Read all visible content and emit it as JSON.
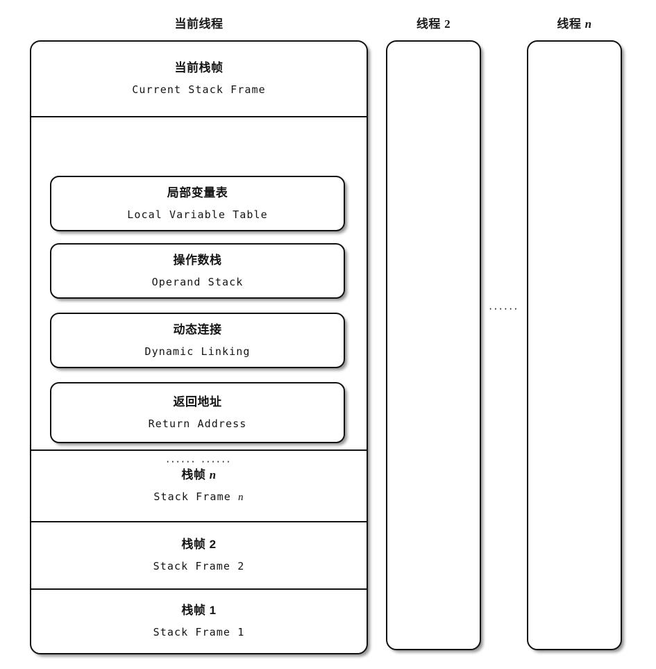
{
  "diagram": {
    "title": "JVM Stack / Thread Stack Frames",
    "columns": [
      {
        "id": "current-thread",
        "header_label": "当前线程",
        "header_suffix": ""
      },
      {
        "id": "thread-2",
        "header_label": "线程",
        "header_suffix": "2"
      },
      {
        "id": "thread-n",
        "header_label": "线程",
        "header_suffix": "n"
      }
    ],
    "threads_ellipsis": "······",
    "current_thread": {
      "current_frame": {
        "label_cn": "当前栈帧",
        "label_cn_suffix": "",
        "label_en": "Current Stack Frame",
        "label_en_suffix": ""
      },
      "components": [
        {
          "id": "local-variable-table",
          "label_cn": "局部变量表",
          "label_en": "Local Variable Table"
        },
        {
          "id": "operand-stack",
          "label_cn": "操作数栈",
          "label_en": "Operand Stack"
        },
        {
          "id": "dynamic-linking",
          "label_cn": "动态连接",
          "label_en": "Dynamic Linking"
        },
        {
          "id": "return-address",
          "label_cn": "返回地址",
          "label_en": "Return Address"
        }
      ],
      "frame_body_ellipsis": "······ ······",
      "frames": [
        {
          "id": "frame-n",
          "label_cn": "栈帧",
          "label_cn_suffix": "n",
          "label_en": "Stack Frame",
          "label_en_suffix": "n"
        },
        {
          "id": "frame-2",
          "label_cn": "栈帧",
          "label_cn_suffix": "2",
          "label_en": "Stack Frame",
          "label_en_suffix": "2"
        },
        {
          "id": "frame-1",
          "label_cn": "栈帧",
          "label_cn_suffix": "1",
          "label_en": "Stack Frame",
          "label_en_suffix": "1"
        }
      ]
    },
    "colors": {
      "stroke": "#111111",
      "background": "#ffffff",
      "text": "#141414"
    }
  }
}
